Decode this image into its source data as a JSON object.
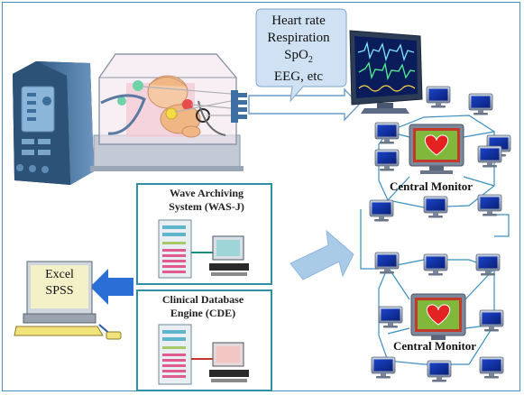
{
  "vitals_bubble": {
    "line1": "Heart rate",
    "line2": "Respiration",
    "line3_prefix": "SpO",
    "line3_sub": "2",
    "line4": "EEG, etc"
  },
  "central_monitor_top": {
    "label": "Central Monitor"
  },
  "central_monitor_bottom": {
    "label": "Central Monitor"
  },
  "was_box": {
    "line1": "Wave Archiving",
    "line2": "System (WAS-J)"
  },
  "cde_box": {
    "line1": "Clinical Database",
    "line2": "Engine (CDE)"
  },
  "analysis_pc": {
    "line1": "Excel",
    "line2": "SPSS"
  },
  "colors": {
    "frame": "#4a8fb8",
    "box_border": "#2f8fa5",
    "arrow_fill": "#a9cbe8",
    "blue_arrow": "#2b6fd6",
    "network_line": "#3a8fc0",
    "incubator_body": "#d8dde6"
  }
}
